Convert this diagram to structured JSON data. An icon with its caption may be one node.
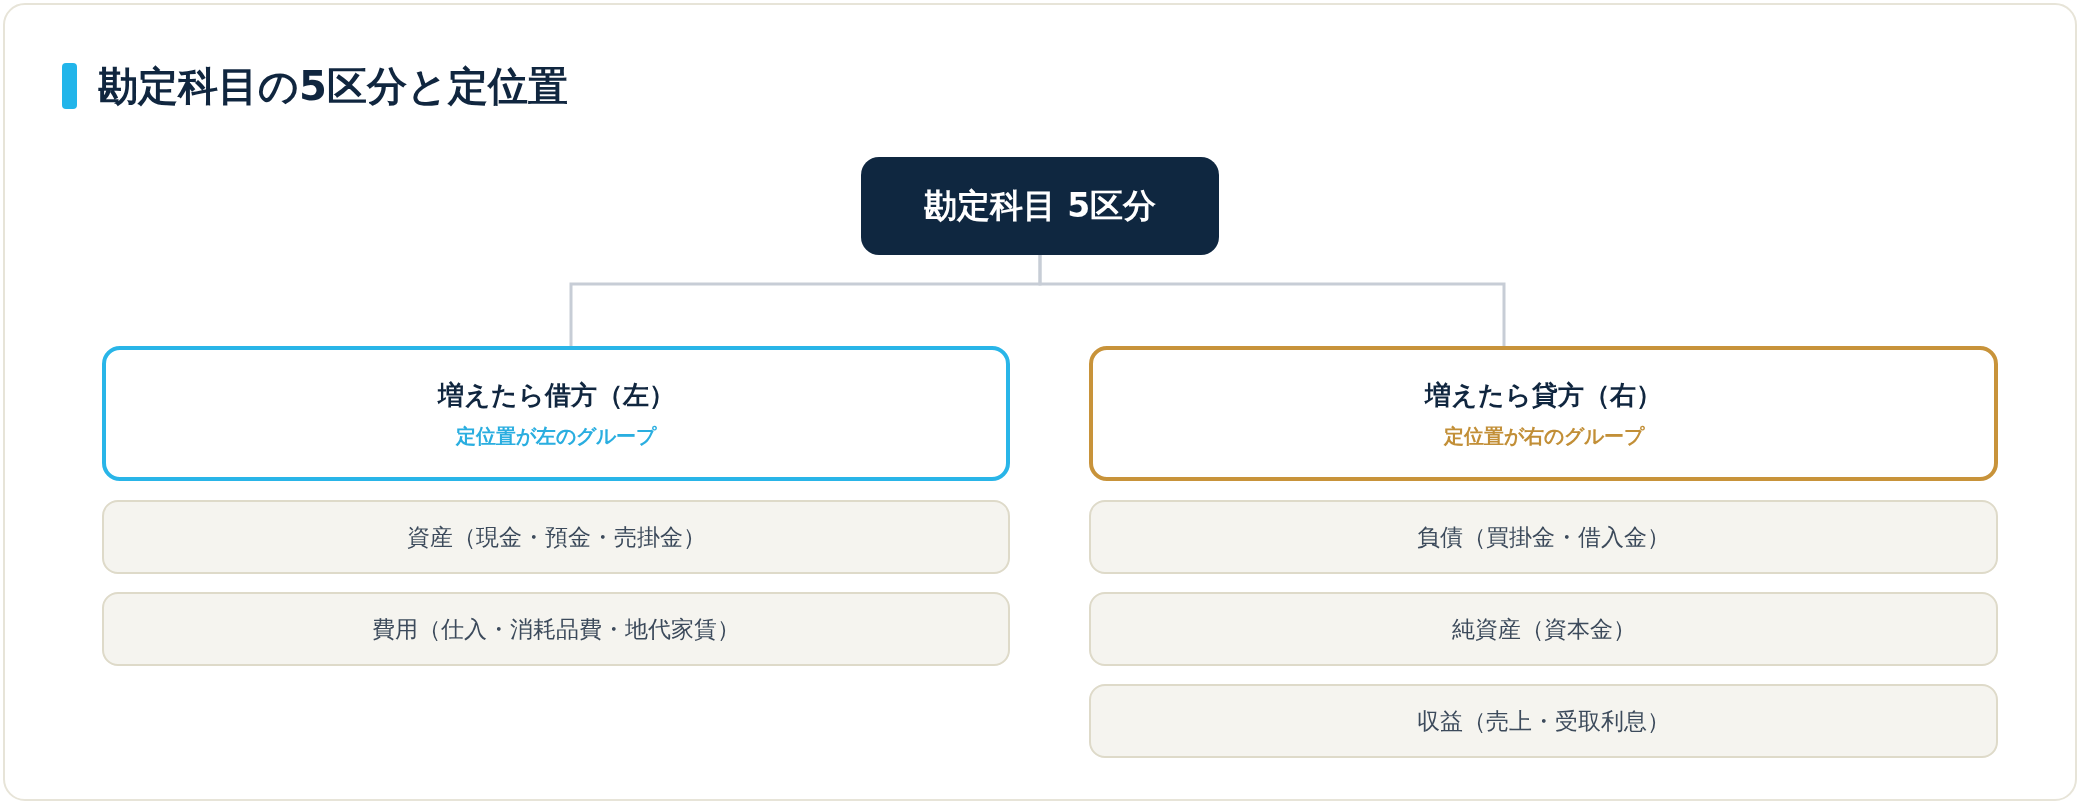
{
  "diagram": {
    "title": "勘定科目の5区分と定位置",
    "nodes": [
      {
        "text": [
          "勘定科目 5区分"
        ]
      },
      {
        "text": [
          "増えたら借方（左）",
          "定位置が左のグループ"
        ]
      },
      {
        "text": [
          "資産（現金・預金・売掛金）"
        ]
      },
      {
        "text": [
          "費用（仕入・消耗品費・地代家賃）"
        ]
      },
      {
        "text": [
          "増えたら貸方（右）",
          "定位置が右のグループ"
        ]
      },
      {
        "text": [
          "負債（買掛金・借入金）"
        ]
      },
      {
        "text": [
          "純資産（資本金）"
        ]
      },
      {
        "text": [
          "収益（売上・受取利息）"
        ]
      }
    ],
    "edges": [
      {
        "from": 0,
        "to": 1,
        "arrow": "none"
      },
      {
        "from": 0,
        "to": 4,
        "arrow": "none"
      }
    ]
  }
}
